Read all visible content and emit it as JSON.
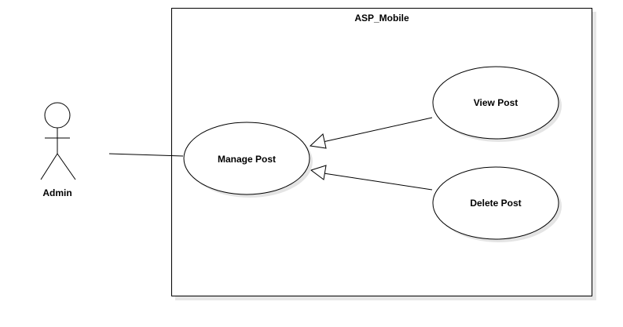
{
  "system": {
    "title": "ASP_Mobile"
  },
  "actor": {
    "name": "Admin"
  },
  "use_cases": {
    "manage_post": "Manage Post",
    "view_post": "View Post",
    "delete_post": "Delete Post"
  }
}
